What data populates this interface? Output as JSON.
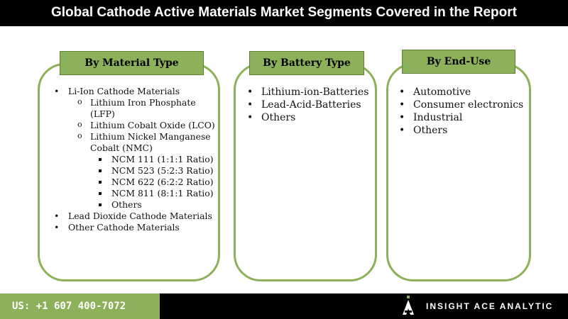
{
  "title": "Global Cathode Active Materials Market Segments Covered in the Report",
  "colors": {
    "accent": "#8db05a",
    "bar": "#000000"
  },
  "cards": {
    "material": {
      "header": "By Material Type",
      "items": {
        "li_ion": "Li-Ion Cathode Materials",
        "lfp_1": "Lithium Iron Phosphate",
        "lfp_2": "(LFP)",
        "lco": "Lithium Cobalt Oxide (LCO)",
        "nmc_1": "Lithium Nickel Manganese",
        "nmc_2": "Cobalt (NMC)",
        "ncm111": "NCM 111 (1:1:1 Ratio)",
        "ncm523": "NCM 523 (5:2:3 Ratio)",
        "ncm622": "NCM 622 (6:2:2 Ratio)",
        "ncm811": "NCM 811 (8:1:1 Ratio)",
        "ncm_others": "Others",
        "lead_dioxide": "Lead Dioxide Cathode Materials",
        "other": "Other Cathode Materials"
      }
    },
    "battery": {
      "header": "By Battery Type",
      "items": [
        "Lithium-ion-Batteries",
        "Lead-Acid-Batteries",
        "Others"
      ]
    },
    "enduse": {
      "header": "By End-Use",
      "items": [
        "Automotive",
        "Consumer electronics",
        "Industrial",
        "Others"
      ]
    }
  },
  "footer": {
    "phone": "US: +1 607 400-7072",
    "brand": "INSIGHT ACE ANALYTIC",
    "logo_icon": "insightace-logo-icon"
  }
}
